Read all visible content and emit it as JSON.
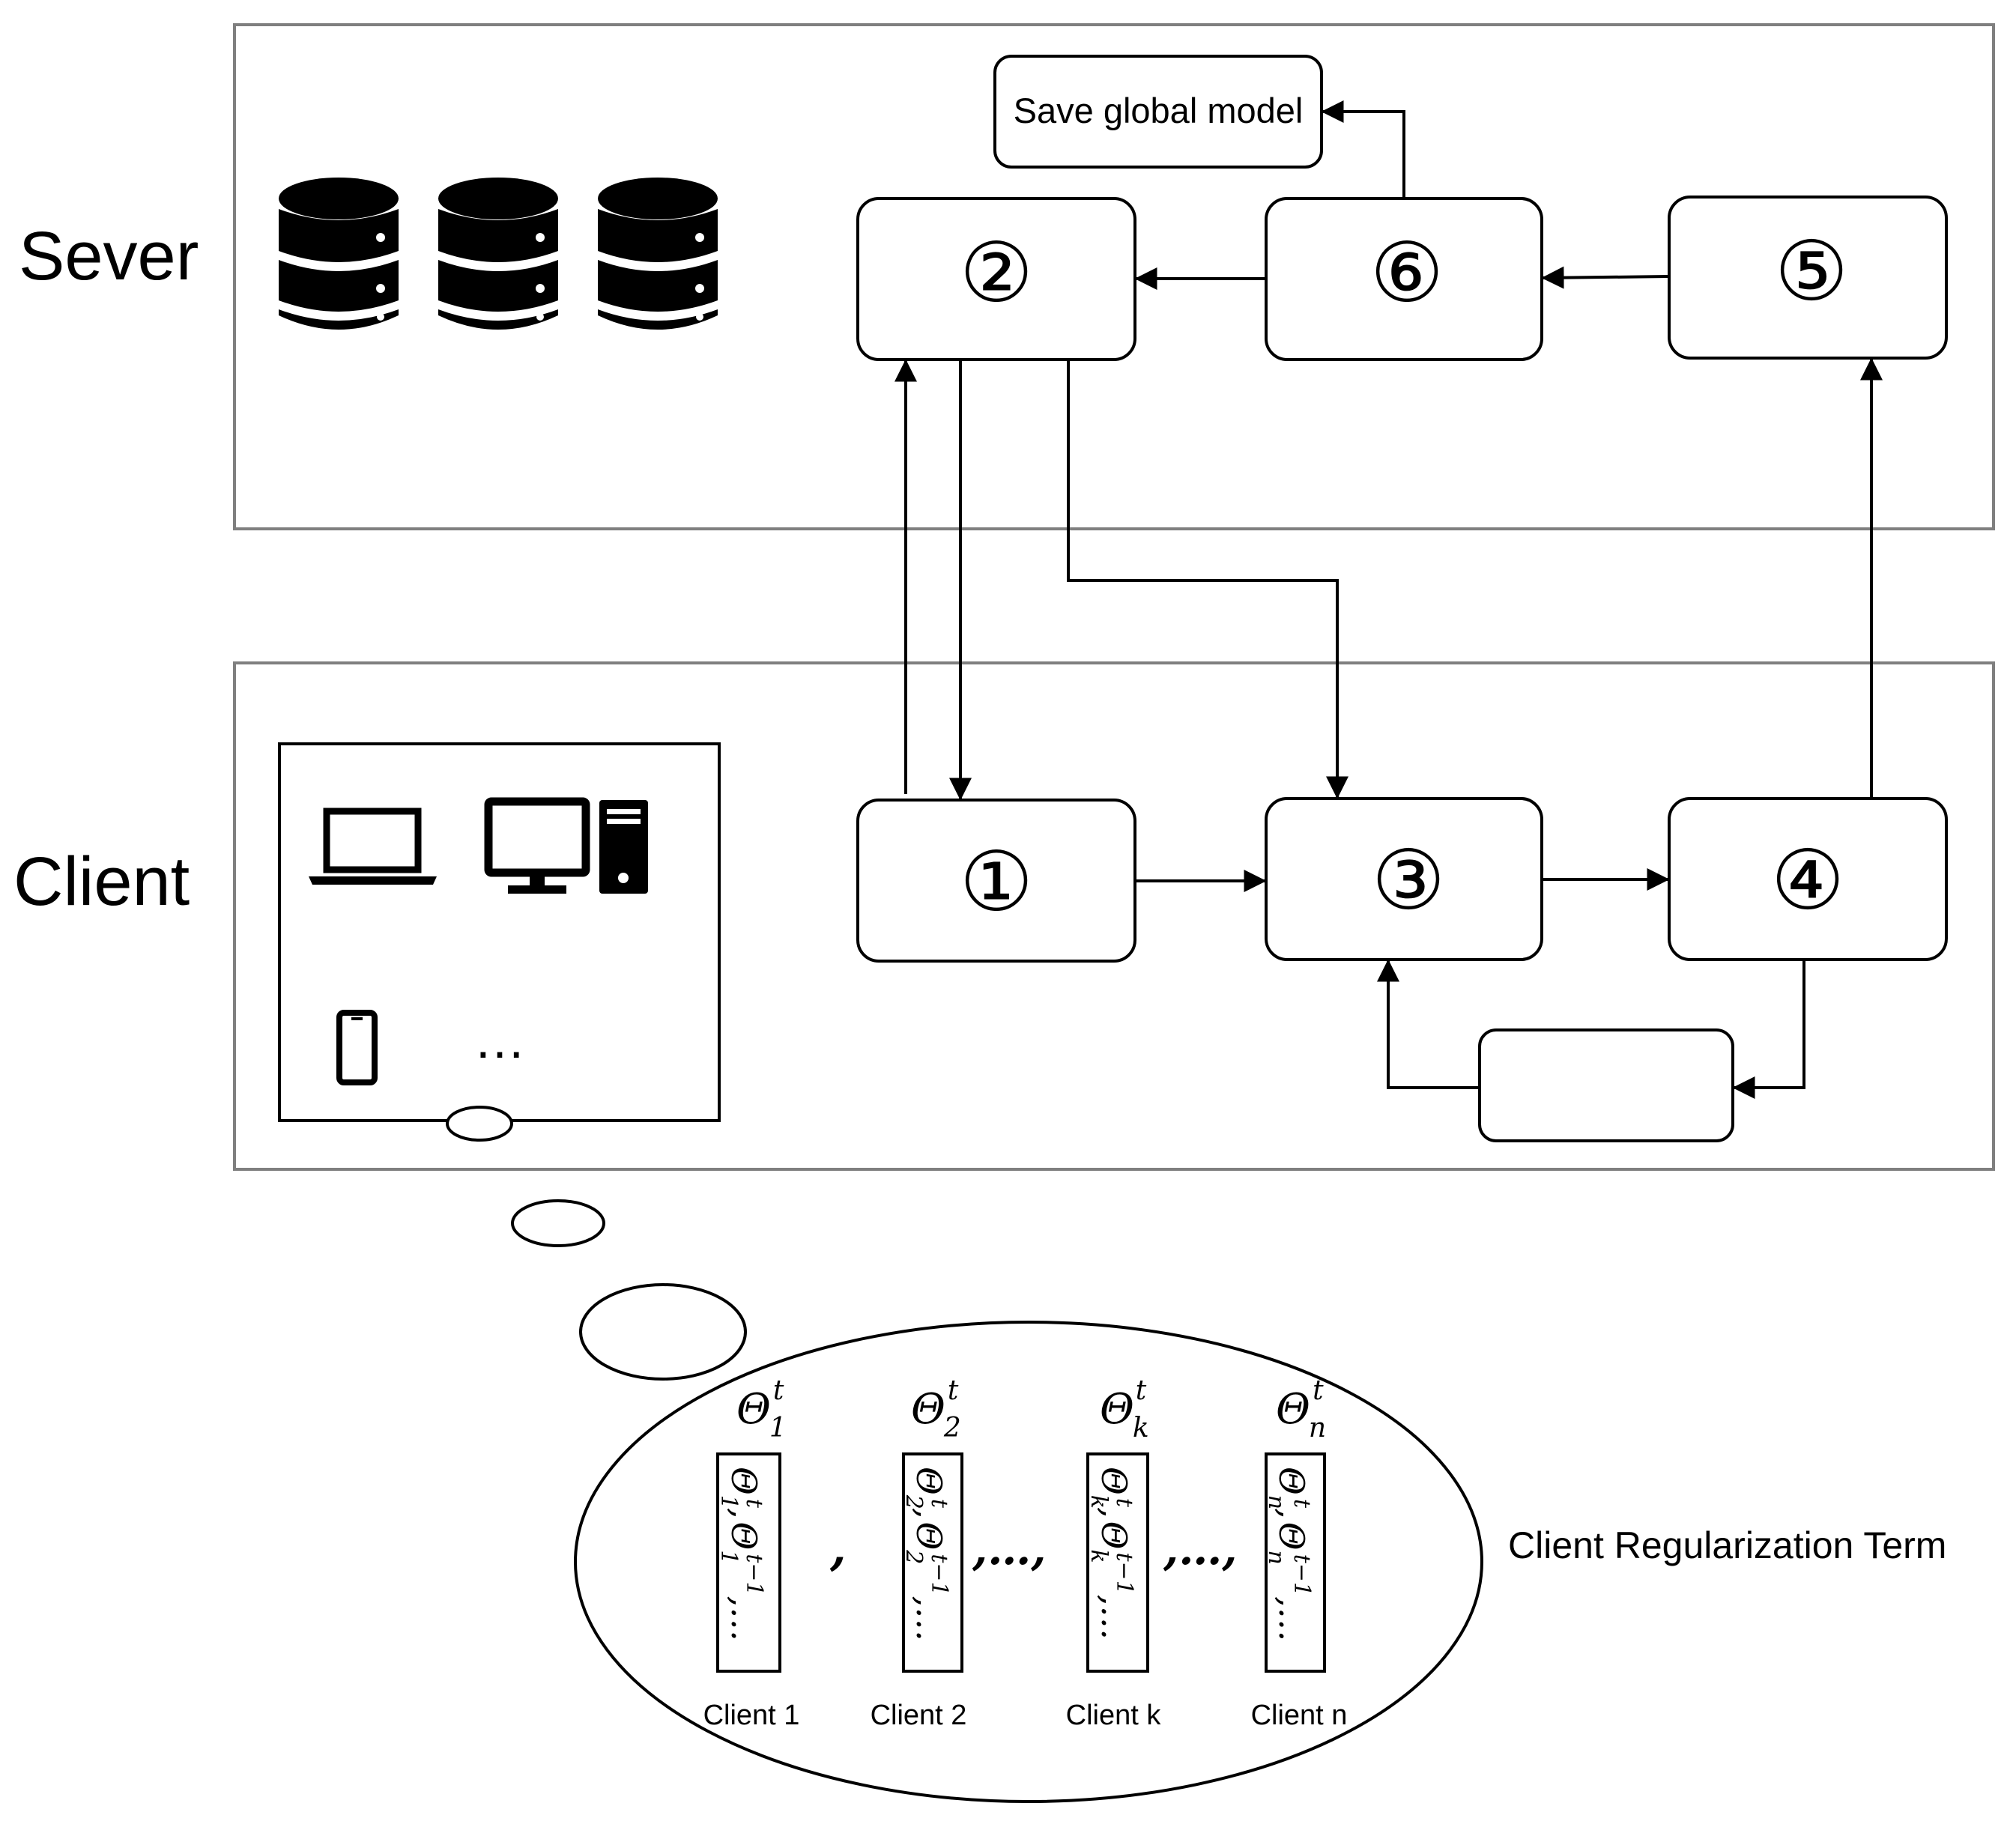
{
  "sections": {
    "server_label": "Sever",
    "client_label": "Client"
  },
  "save_box": {
    "label": "Save global model"
  },
  "steps": {
    "s1": "①",
    "s2": "②",
    "s3": "③",
    "s4": "④",
    "s5": "⑤",
    "s6": "⑥"
  },
  "devices": {
    "ellipsis": "…"
  },
  "regularization": {
    "title": "Client  Regularization Term",
    "separators": [
      ",",
      ",…,",
      ",…,"
    ],
    "columns": [
      {
        "theta": "Θ",
        "sub": "1",
        "sup": "t",
        "client": "Client 1",
        "vec": {
          "a": "Θ",
          "a_sub": "1",
          "a_sup": "t",
          "comma": ",",
          "b": "Θ",
          "b_sub": "1",
          "b_sup": "t−1",
          "tail": ",…"
        }
      },
      {
        "theta": "Θ",
        "sub": "2",
        "sup": "t",
        "client": "Client 2",
        "vec": {
          "a": "Θ",
          "a_sub": "2",
          "a_sup": "t",
          "comma": ",",
          "b": "Θ",
          "b_sub": "2",
          "b_sup": "t−1",
          "tail": ",…"
        }
      },
      {
        "theta": "Θ",
        "sub": "k",
        "sup": "t",
        "client": "Client k",
        "vec": {
          "a": "Θ",
          "a_sub": "k",
          "a_sup": "t",
          "comma": ",",
          "b": "Θ",
          "b_sub": "k",
          "b_sup": "t−1",
          "tail": ",…"
        }
      },
      {
        "theta": "Θ",
        "sub": "n",
        "sup": "t",
        "client": "Client n",
        "vec": {
          "a": "Θ",
          "a_sub": "n",
          "a_sup": "t",
          "comma": ",",
          "b": "Θ",
          "b_sub": "n",
          "b_sup": "t−1",
          "tail": ",…"
        }
      }
    ]
  }
}
